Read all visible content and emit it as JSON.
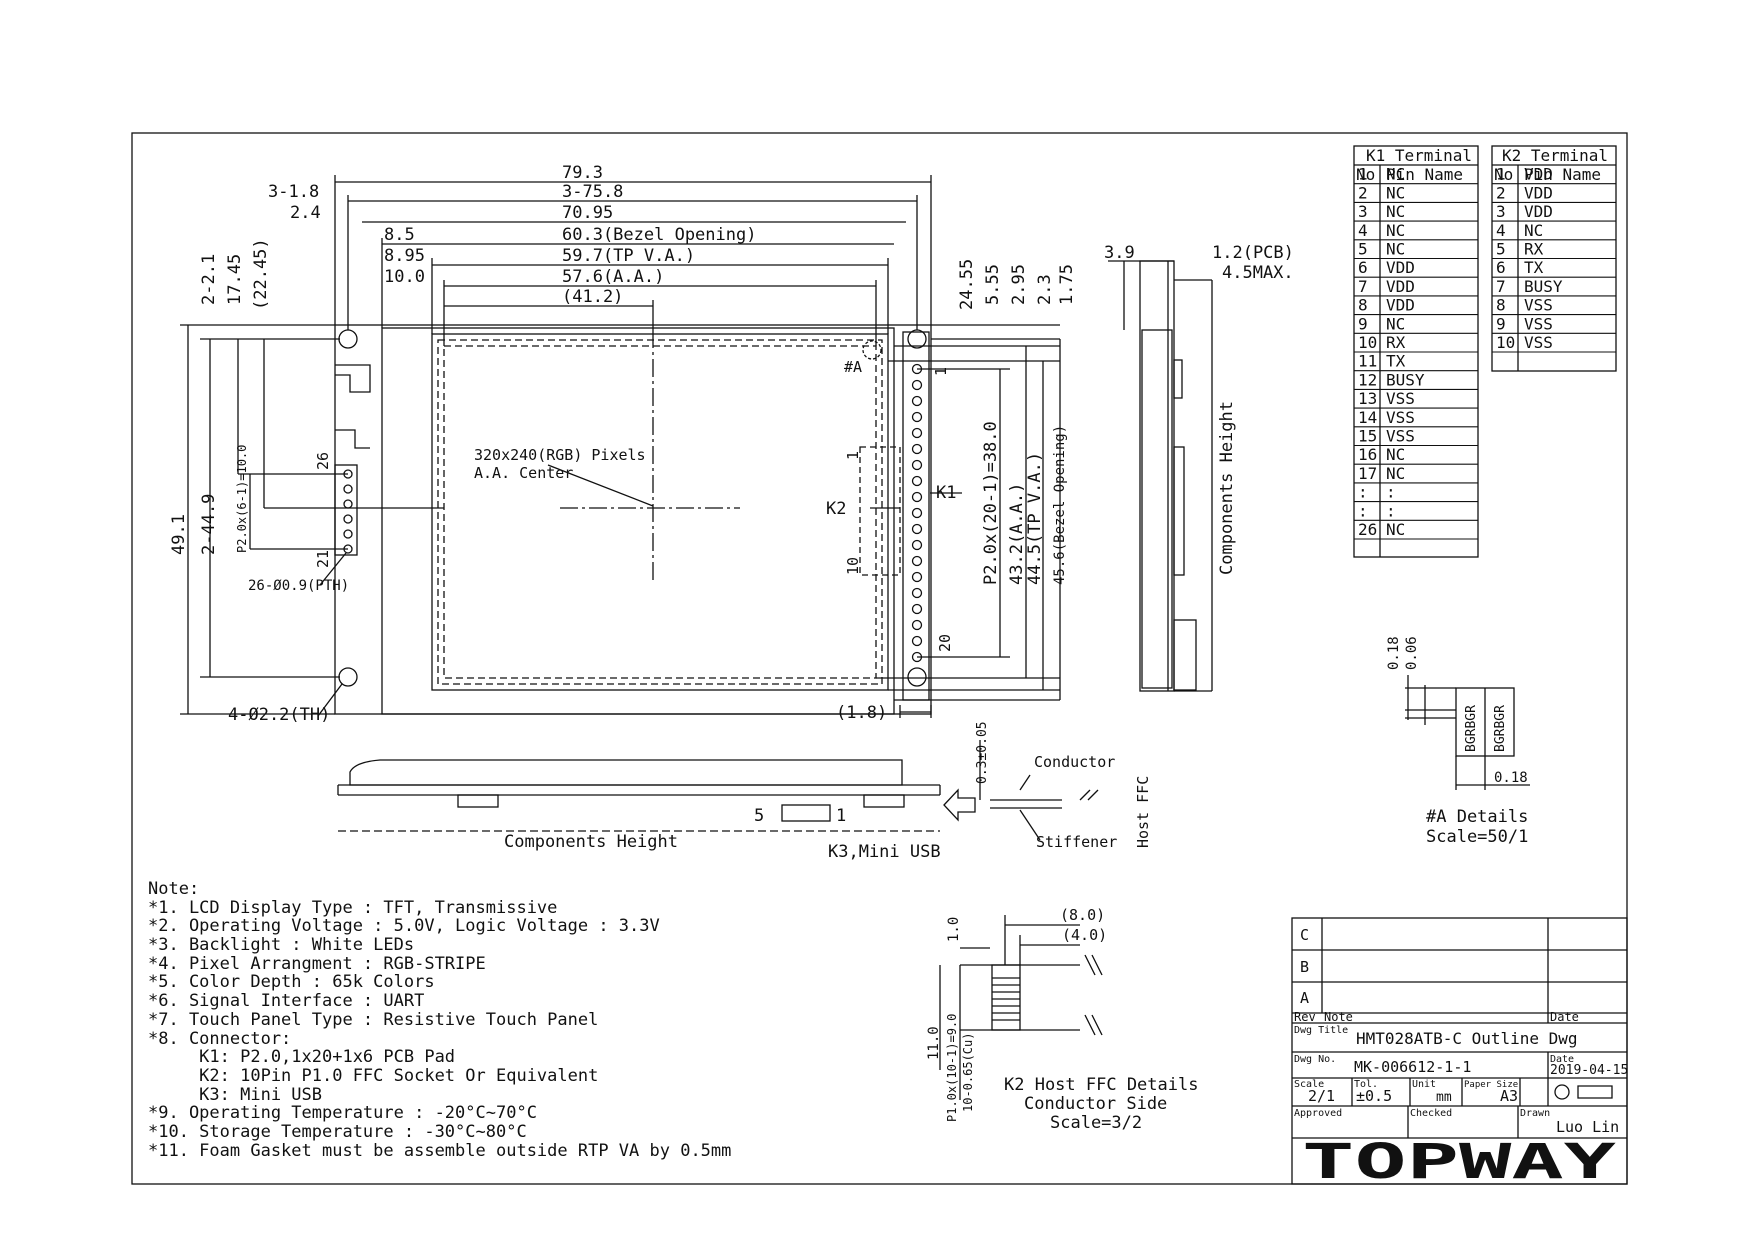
{
  "colors": {
    "line": "#111111",
    "dash": "#333333",
    "paper": "#ffffff"
  },
  "dimensions_top": {
    "d1": "79.3",
    "d2": "3-75.8",
    "d3": "3-1.8",
    "d4": "2.4",
    "d5": "70.95",
    "d6": "8.5",
    "d7": "60.3(Bezel Opening)",
    "d8": "8.95",
    "d9": "59.7(TP V.A.)",
    "d10": "10.0",
    "d11": "57.6(A.A.)",
    "d12": "(41.2)"
  },
  "dimensions_left": {
    "d1": "2-2.1",
    "d2": "17.45",
    "d3": "(22.45)",
    "d4": "49.1",
    "d5": "2-44.9",
    "d6": "P2.0x(6-1)=10.0",
    "d7": "26-Ø0.9(PTH)",
    "d8": "4-Ø2.2(TH)"
  },
  "dimensions_right": {
    "d1": "24.55",
    "d2": "5.55",
    "d3": "2.95",
    "d4": "2.3",
    "d5": "1.75",
    "d6": "P2.0x(20-1)=38.0",
    "d7": "43.2(A.A.)",
    "d8": "44.5(TP V.A.)",
    "d9": "45.6(Bezel Opening)",
    "d10": "(1.8)"
  },
  "front_labels": {
    "pixels": "320x240(RGB) Pixels",
    "center": "A.A. Center",
    "detail_a": "#A",
    "k1": "K1",
    "k2": "K2",
    "pin26": "26",
    "pin21": "21",
    "pin1_k1": "1",
    "pin20_k1": "20",
    "pin1_k2": "1",
    "pin10_k2": "10"
  },
  "side_view": {
    "d1": "3.9",
    "d2": "1.2(PCB)",
    "d3": "4.5MAX.",
    "components": "Components Height"
  },
  "bottom_view": {
    "components": "Components Height",
    "k3": "K3,Mini USB",
    "pin5": "5",
    "pin1": "1",
    "tolerance": "0.3±0.05",
    "conductor": "Conductor",
    "stiffener": "Stiffener",
    "host_ffc": "Host FFC"
  },
  "detail_a": {
    "d1": "0.18",
    "d2": "0.06",
    "d3": "0.18",
    "sub_cols": [
      "BGRBGR",
      "BGRBGR"
    ],
    "title": "#A Details",
    "scale": "Scale=50/1"
  },
  "k2_detail": {
    "d1": "(8.0)",
    "d2": "(4.0)",
    "d3": "1.0",
    "d4": "11.0",
    "d5": "P1.0x(10-1)=9.0",
    "d6": "10-0.65(Cu)",
    "title": "K2 Host FFC Details",
    "subtitle": "Conductor Side",
    "scale": "Scale=3/2"
  },
  "k1_table": {
    "title": "K1 Terminal",
    "headers": [
      "No",
      "Pin Name"
    ],
    "rows": [
      [
        "1",
        "NC"
      ],
      [
        "2",
        "NC"
      ],
      [
        "3",
        "NC"
      ],
      [
        "4",
        "NC"
      ],
      [
        "5",
        "NC"
      ],
      [
        "6",
        "VDD"
      ],
      [
        "7",
        "VDD"
      ],
      [
        "8",
        "VDD"
      ],
      [
        "9",
        "NC"
      ],
      [
        "10",
        "RX"
      ],
      [
        "11",
        "TX"
      ],
      [
        "12",
        "BUSY"
      ],
      [
        "13",
        "VSS"
      ],
      [
        "14",
        "VSS"
      ],
      [
        "15",
        "VSS"
      ],
      [
        "16",
        "NC"
      ],
      [
        "17",
        "NC"
      ],
      [
        ":",
        ":"
      ],
      [
        ":",
        ":"
      ],
      [
        "26",
        "NC"
      ]
    ]
  },
  "k2_table": {
    "title": "K2 Terminal",
    "headers": [
      "No",
      "Pin Name"
    ],
    "rows": [
      [
        "1",
        "VDD"
      ],
      [
        "2",
        "VDD"
      ],
      [
        "3",
        "VDD"
      ],
      [
        "4",
        "NC"
      ],
      [
        "5",
        "RX"
      ],
      [
        "6",
        "TX"
      ],
      [
        "7",
        "BUSY"
      ],
      [
        "8",
        "VSS"
      ],
      [
        "9",
        "VSS"
      ],
      [
        "10",
        "VSS"
      ]
    ]
  },
  "notes": [
    "Note:",
    "*1. LCD Display Type : TFT, Transmissive",
    "*2. Operating Voltage : 5.0V, Logic Voltage : 3.3V",
    "*3. Backlight : White LEDs",
    "*4. Pixel Arrangment : RGB-STRIPE",
    "*5. Color Depth : 65k Colors",
    "*6. Signal Interface : UART",
    "*7. Touch Panel Type : Resistive Touch Panel",
    "*8. Connector:",
    "     K1: P2.0,1x20+1x6 PCB Pad",
    "     K2: 10Pin P1.0 FFC Socket Or Equivalent",
    "     K3: Mini USB",
    "*9. Operating Temperature : -20°C~70°C",
    "*10. Storage Temperature : -30°C~80°C",
    "*11. Foam Gasket must be assemble outside RTP VA by 0.5mm"
  ],
  "title_block": {
    "rev_c": "C",
    "rev_b": "B",
    "rev_a": "A",
    "rev_label": "Rev",
    "note_label": "Note",
    "date_label": "Date",
    "dwg_title_label": "Dwg Title",
    "dwg_title": "HMT028ATB-C Outline Dwg",
    "dwg_no_label": "Dwg No.",
    "dwg_no": "MK-006612-1-1",
    "date_label2": "Date",
    "date": "2019-04-15",
    "scale_label": "Scale",
    "scale": "2/1",
    "tol_label": "Tol.",
    "tol": "±0.5",
    "unit_label": "Unit",
    "unit": "mm",
    "paper_label": "Paper Size",
    "paper": "A3",
    "approved_label": "Approved",
    "checked_label": "Checked",
    "drawn_label": "Drawn",
    "drawn": "Luo Lin",
    "logo": "TOPWAY"
  }
}
